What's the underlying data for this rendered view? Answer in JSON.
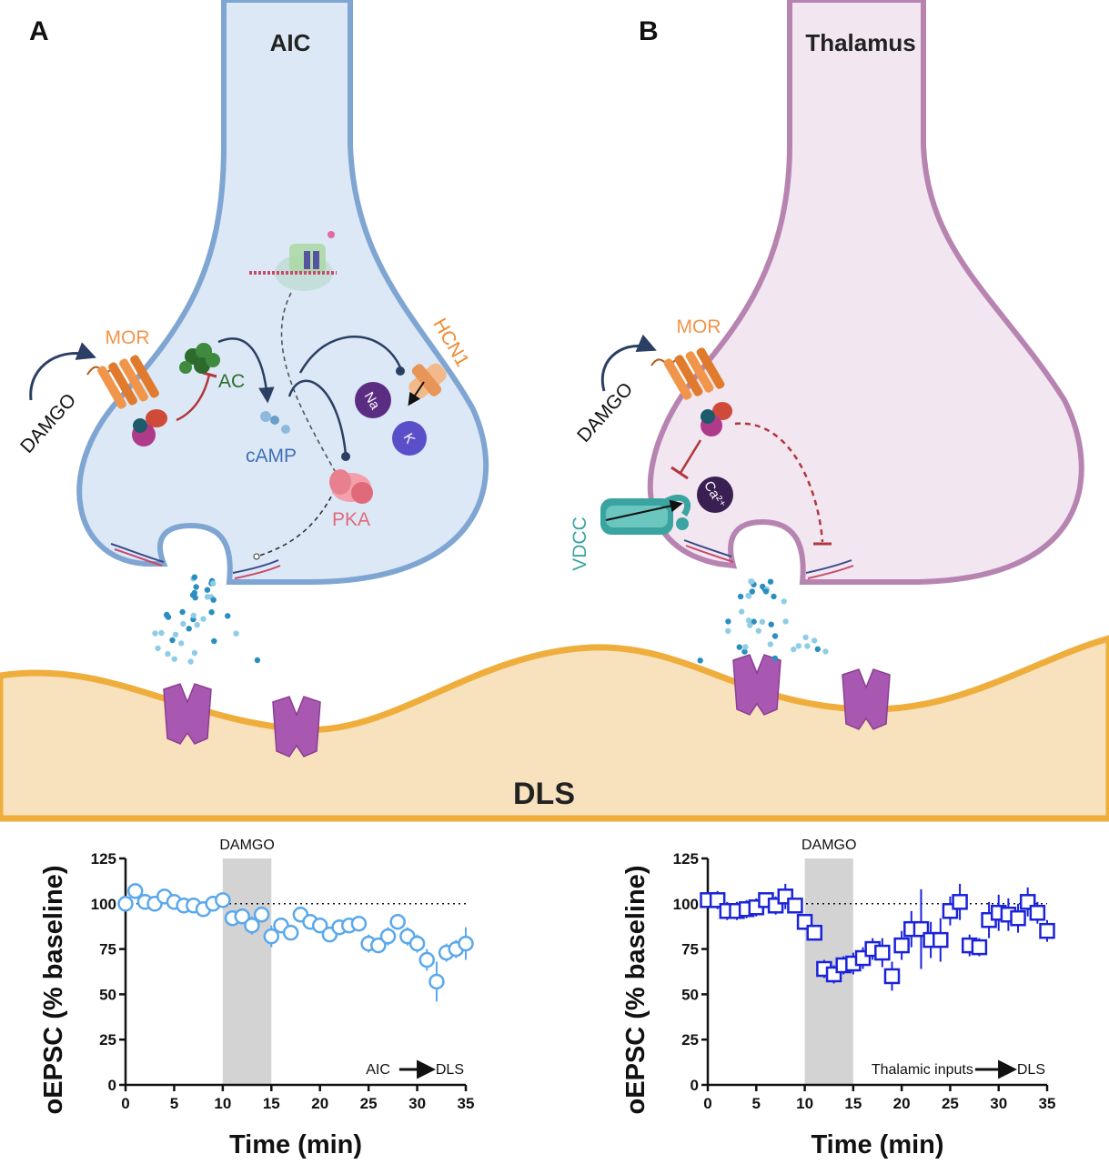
{
  "panel_a": {
    "letter": "A",
    "region": "AIC",
    "labels": {
      "mor": "MOR",
      "damgo": "DAMGO",
      "ac": "AC",
      "camp": "cAMP",
      "pka": "PKA",
      "hcn1": "HCN1",
      "na": "Na",
      "k": "K"
    }
  },
  "panel_b": {
    "letter": "B",
    "region": "Thalamus",
    "labels": {
      "mor": "MOR",
      "damgo": "DAMGO",
      "vdcc": "VDCC",
      "ca": "Ca²⁺"
    }
  },
  "target_region": "DLS",
  "colors": {
    "aic_fill": "#dce8f6",
    "aic_stroke": "#7fa5d2",
    "thal_fill": "#f2e6f1",
    "thal_stroke": "#b784b1",
    "dls_fill": "#f8e1bd",
    "dls_stroke": "#efae3c",
    "mor_color": "#f0954a",
    "ac_color": "#2d6b2d",
    "camp_color": "#3f6fb8",
    "pka_color": "#e06a7a",
    "hcn1_color": "#f08a2e",
    "vdcc_color": "#3aa5a0",
    "series_a": "#5aa8ec",
    "series_b": "#1a23d8",
    "damgo_band": "#d3d3d3"
  },
  "chart_data": [
    {
      "type": "scatter",
      "marker": "circle",
      "band_label": "DAMGO",
      "band": [
        10,
        15
      ],
      "reference_line": 100,
      "xlabel": "Time (min)",
      "ylabel": "oEPSC (% baseline)",
      "xlim": [
        0,
        35
      ],
      "ylim": [
        0,
        125
      ],
      "xticks": [
        0,
        5,
        10,
        15,
        20,
        25,
        30,
        35
      ],
      "yticks": [
        0,
        25,
        50,
        75,
        100,
        125
      ],
      "annotation": {
        "left": "AIC",
        "right": "DLS"
      },
      "points": [
        {
          "x": 0,
          "y": 100,
          "err": 2
        },
        {
          "x": 1,
          "y": 107,
          "err": 3
        },
        {
          "x": 2,
          "y": 101,
          "err": 2
        },
        {
          "x": 3,
          "y": 100,
          "err": 4
        },
        {
          "x": 4,
          "y": 104,
          "err": 3
        },
        {
          "x": 5,
          "y": 101,
          "err": 3
        },
        {
          "x": 6,
          "y": 99,
          "err": 3
        },
        {
          "x": 7,
          "y": 99,
          "err": 2
        },
        {
          "x": 8,
          "y": 97,
          "err": 3
        },
        {
          "x": 9,
          "y": 100,
          "err": 2
        },
        {
          "x": 10,
          "y": 102,
          "err": 2
        },
        {
          "x": 11,
          "y": 92,
          "err": 4
        },
        {
          "x": 12,
          "y": 93,
          "err": 4
        },
        {
          "x": 13,
          "y": 88,
          "err": 5
        },
        {
          "x": 14,
          "y": 94,
          "err": 4
        },
        {
          "x": 15,
          "y": 82,
          "err": 6
        },
        {
          "x": 16,
          "y": 88,
          "err": 4
        },
        {
          "x": 17,
          "y": 84,
          "err": 4
        },
        {
          "x": 18,
          "y": 94,
          "err": 4
        },
        {
          "x": 19,
          "y": 90,
          "err": 4
        },
        {
          "x": 20,
          "y": 88,
          "err": 4
        },
        {
          "x": 21,
          "y": 83,
          "err": 4
        },
        {
          "x": 22,
          "y": 87,
          "err": 4
        },
        {
          "x": 23,
          "y": 88,
          "err": 4
        },
        {
          "x": 24,
          "y": 89,
          "err": 4
        },
        {
          "x": 25,
          "y": 78,
          "err": 5
        },
        {
          "x": 26,
          "y": 77,
          "err": 4
        },
        {
          "x": 27,
          "y": 82,
          "err": 5
        },
        {
          "x": 28,
          "y": 90,
          "err": 4
        },
        {
          "x": 29,
          "y": 82,
          "err": 5
        },
        {
          "x": 30,
          "y": 78,
          "err": 5
        },
        {
          "x": 31,
          "y": 69,
          "err": 6
        },
        {
          "x": 32,
          "y": 57,
          "err": 11
        },
        {
          "x": 33,
          "y": 73,
          "err": 5
        },
        {
          "x": 34,
          "y": 75,
          "err": 5
        },
        {
          "x": 35,
          "y": 78,
          "err": 9
        }
      ]
    },
    {
      "type": "scatter",
      "marker": "square",
      "band_label": "DAMGO",
      "band": [
        10,
        15
      ],
      "reference_line": 100,
      "xlabel": "Time (min)",
      "ylabel": "oEPSC (% baseline)",
      "xlim": [
        0,
        35
      ],
      "ylim": [
        0,
        125
      ],
      "xticks": [
        0,
        5,
        10,
        15,
        20,
        25,
        30,
        35
      ],
      "yticks": [
        0,
        25,
        50,
        75,
        100,
        125
      ],
      "annotation": {
        "left": "Thalamic inputs",
        "right": "DLS"
      },
      "points": [
        {
          "x": 0,
          "y": 102,
          "err": 4
        },
        {
          "x": 1,
          "y": 102,
          "err": 5
        },
        {
          "x": 2,
          "y": 96,
          "err": 5
        },
        {
          "x": 3,
          "y": 96,
          "err": 5
        },
        {
          "x": 4,
          "y": 97,
          "err": 5
        },
        {
          "x": 5,
          "y": 98,
          "err": 5
        },
        {
          "x": 6,
          "y": 102,
          "err": 4
        },
        {
          "x": 7,
          "y": 99,
          "err": 5
        },
        {
          "x": 8,
          "y": 104,
          "err": 7
        },
        {
          "x": 9,
          "y": 99,
          "err": 4
        },
        {
          "x": 10,
          "y": 90,
          "err": 4
        },
        {
          "x": 11,
          "y": 84,
          "err": 4
        },
        {
          "x": 12,
          "y": 64,
          "err": 5
        },
        {
          "x": 13,
          "y": 61,
          "err": 5
        },
        {
          "x": 14,
          "y": 66,
          "err": 5
        },
        {
          "x": 15,
          "y": 67,
          "err": 6
        },
        {
          "x": 16,
          "y": 70,
          "err": 6
        },
        {
          "x": 17,
          "y": 75,
          "err": 6
        },
        {
          "x": 18,
          "y": 73,
          "err": 8
        },
        {
          "x": 19,
          "y": 60,
          "err": 8
        },
        {
          "x": 20,
          "y": 77,
          "err": 8
        },
        {
          "x": 21,
          "y": 86,
          "err": 10
        },
        {
          "x": 22,
          "y": 86,
          "err": 22
        },
        {
          "x": 23,
          "y": 80,
          "err": 10
        },
        {
          "x": 24,
          "y": 80,
          "err": 12
        },
        {
          "x": 25,
          "y": 96,
          "err": 8
        },
        {
          "x": 26,
          "y": 101,
          "err": 10
        },
        {
          "x": 27,
          "y": 77,
          "err": 6
        },
        {
          "x": 28,
          "y": 76,
          "err": 5
        },
        {
          "x": 29,
          "y": 91,
          "err": 10
        },
        {
          "x": 30,
          "y": 95,
          "err": 10
        },
        {
          "x": 31,
          "y": 94,
          "err": 9
        },
        {
          "x": 32,
          "y": 92,
          "err": 8
        },
        {
          "x": 33,
          "y": 101,
          "err": 8
        },
        {
          "x": 34,
          "y": 95,
          "err": 6
        },
        {
          "x": 35,
          "y": 85,
          "err": 6
        }
      ]
    }
  ]
}
